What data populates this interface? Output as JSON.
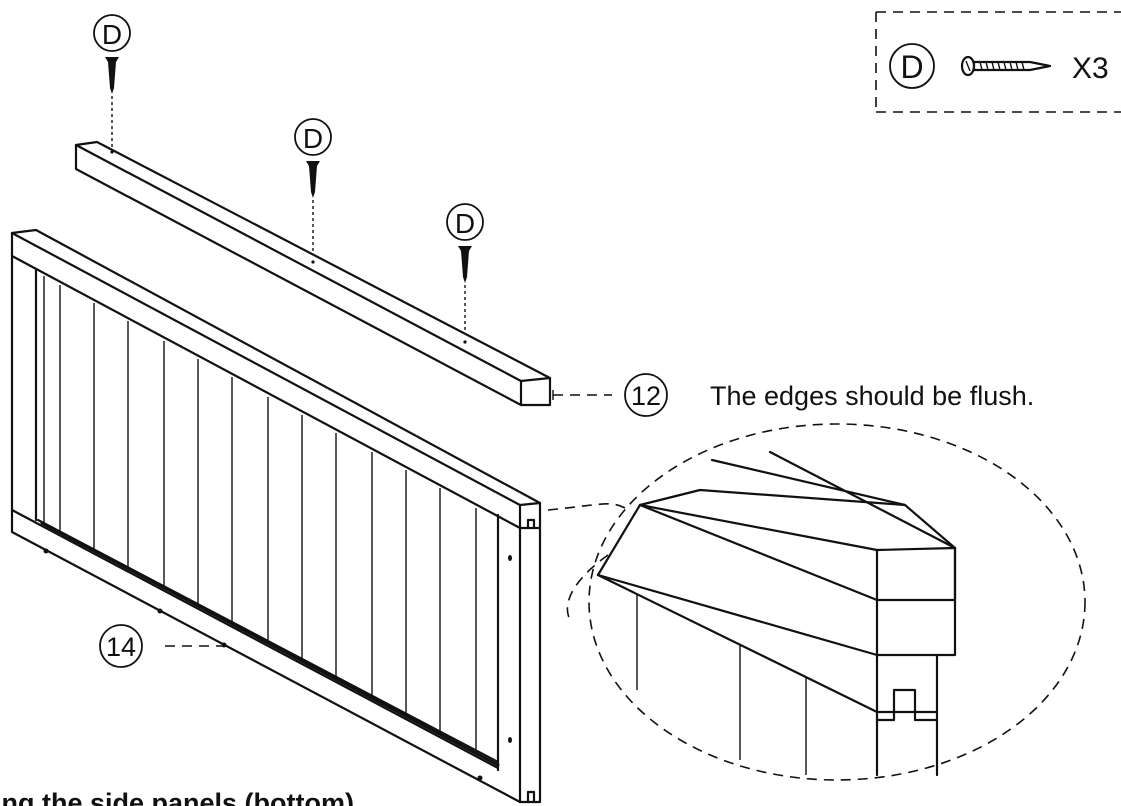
{
  "screw_label": "D",
  "legend": {
    "part_label": "D",
    "quantity": "X3"
  },
  "parts": {
    "rail": "12",
    "panel": "14"
  },
  "note": "The edges should be flush.",
  "caption_partial": "ing the side panels (bottom)"
}
